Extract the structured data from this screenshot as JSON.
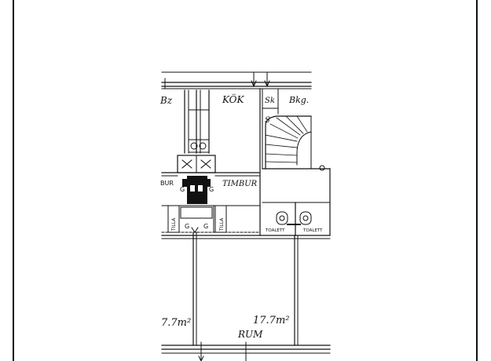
{
  "plan": {
    "room_labels": {
      "bz": "Bz",
      "kok": "KÖK",
      "sk": "Sk",
      "bkg": "Bkg.",
      "s_stair": "S",
      "bur": "BUR",
      "timbur": "TIMBUR",
      "g1": "G",
      "g2": "G",
      "g3": "G",
      "g4": "G",
      "tilla1": "TILLA",
      "tilla2": "TILLA",
      "toalett1": "TOALETT",
      "toalett2": "TOALETT",
      "area_left": "7.7m²",
      "area_right": "17.7m²",
      "rum": "RUM"
    }
  }
}
